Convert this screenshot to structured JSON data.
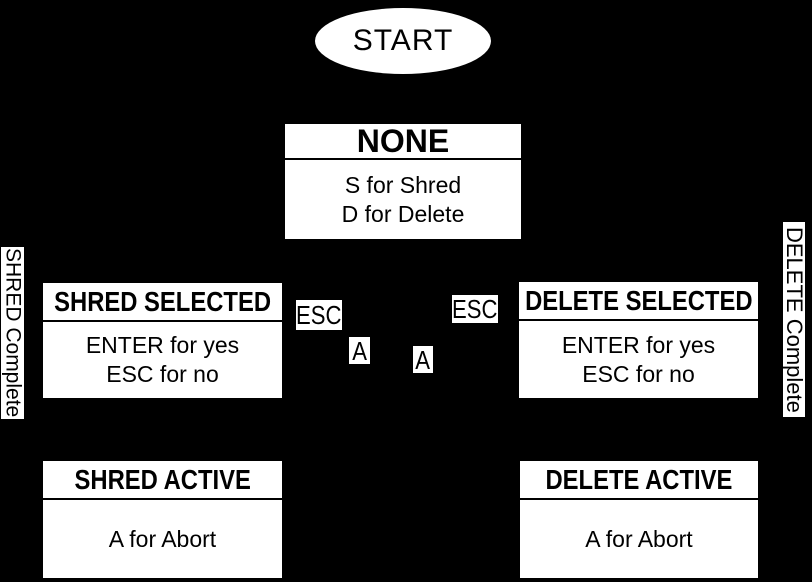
{
  "colors": {
    "background": "#000000",
    "node_fill": "#ffffff",
    "node_text": "#000000"
  },
  "start_node": {
    "label": "START"
  },
  "states": {
    "none": {
      "title": "NONE",
      "lines": [
        "S for Shred",
        "D for Delete"
      ]
    },
    "shred_selected": {
      "title": "SHRED SELECTED",
      "lines": [
        "ENTER for yes",
        "ESC for no"
      ]
    },
    "delete_selected": {
      "title": "DELETE SELECTED",
      "lines": [
        "ENTER for yes",
        "ESC for no"
      ]
    },
    "shred_active": {
      "title": "SHRED ACTIVE",
      "lines": [
        "A for Abort"
      ]
    },
    "delete_active": {
      "title": "DELETE ACTIVE",
      "lines": [
        "A for Abort"
      ]
    }
  },
  "edge_labels": {
    "esc_left": "ESC",
    "esc_right": "ESC",
    "abort_key_left": "A",
    "abort_key_right": "A",
    "shred_complete": "SHRED Complete",
    "delete_complete": "DELETE Complete"
  }
}
